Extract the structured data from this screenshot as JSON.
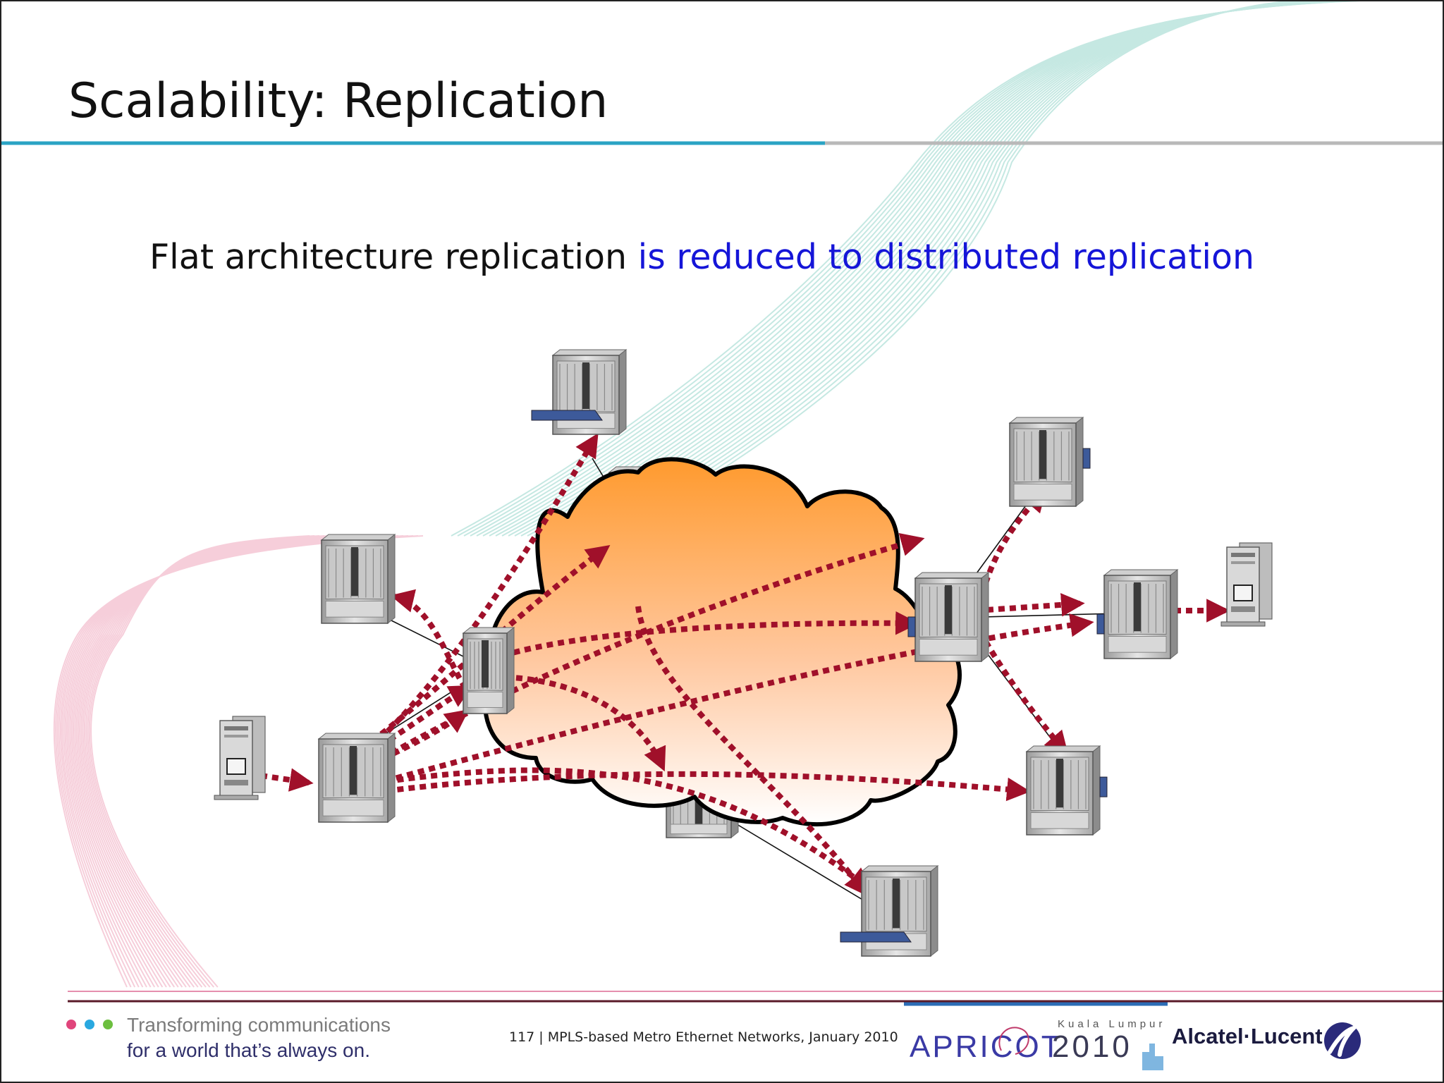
{
  "slide": {
    "title": "Scalability: Replication",
    "subtitle_black": "Flat architecture replication",
    "subtitle_blue": "is reduced to distributed replication"
  },
  "footer": {
    "tagline_line1": "Transforming communications",
    "tagline_line2": "for a world that’s always on.",
    "page_text": "117 | MPLS-based Metro Ethernet Networks, January 2010",
    "apricot_word": "APRICOT",
    "apricot_year": "2010",
    "apricot_location": "Kuala Lumpur",
    "company": "Alcatel·Lucent",
    "tagline_dot_colors": [
      "#e0457b",
      "#29a8e0",
      "#6cbf3f"
    ]
  },
  "colors": {
    "arrow": "#a0102a",
    "subtitle_highlight": "#1515d8",
    "cloud_top": "#ff9a2e",
    "cloud_bottom": "#ffffff",
    "accent_line": "#2aa3c4"
  },
  "diagram": {
    "nodes": [
      {
        "id": "customer-left",
        "type": "server-pc"
      },
      {
        "id": "router-source",
        "type": "router"
      },
      {
        "id": "router-top",
        "type": "router"
      },
      {
        "id": "router-left",
        "type": "router"
      },
      {
        "id": "router-top-right",
        "type": "router"
      },
      {
        "id": "router-right",
        "type": "router"
      },
      {
        "id": "router-bottom-right",
        "type": "router"
      },
      {
        "id": "router-bottom",
        "type": "router"
      },
      {
        "id": "router-core-left",
        "type": "router"
      },
      {
        "id": "router-core-right",
        "type": "router"
      },
      {
        "id": "router-core-top",
        "type": "router"
      },
      {
        "id": "router-core-bottom",
        "type": "router"
      },
      {
        "id": "customer-right",
        "type": "server-pc"
      }
    ],
    "cloud": "mpls-core-network"
  }
}
